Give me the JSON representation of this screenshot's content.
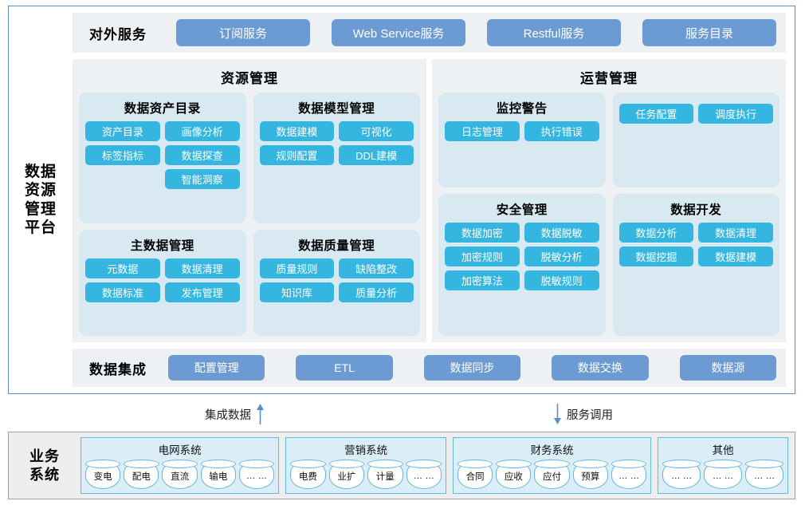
{
  "platform": {
    "label": "数据\n资源\n管理\n平台",
    "label_lines": [
      "数据",
      "资源",
      "管理",
      "平台"
    ],
    "external_services": {
      "title": "对外服务",
      "buttons": [
        "订阅服务",
        "Web Service服务",
        "Restful服务",
        "服务目录"
      ]
    },
    "panels": [
      {
        "title": "资源管理",
        "cards": [
          {
            "title": "数据资产目录",
            "chips": [
              "资产目录",
              "画像分析",
              "标签指标",
              "数据探查",
              "",
              "智能洞察"
            ]
          },
          {
            "title": "数据模型管理",
            "chips": [
              "数据建模",
              "可视化",
              "规则配置",
              "DDL建模"
            ]
          },
          {
            "title": "主数据管理",
            "chips": [
              "元数据",
              "数据清理",
              "数据标准",
              "发布管理"
            ]
          },
          {
            "title": "数据质量管理",
            "chips": [
              "质量规则",
              "缺陷整改",
              "知识库",
              "质量分析"
            ]
          }
        ]
      },
      {
        "title": "运营管理",
        "cards": [
          {
            "title": "监控警告",
            "chips": [
              "日志管理",
              "执行错误"
            ]
          },
          {
            "title": "",
            "chips": [
              "任务配置",
              "调度执行"
            ]
          },
          {
            "title": "安全管理",
            "chips": [
              "数据加密",
              "数据脱敏",
              "加密规则",
              "脱敏分析",
              "加密算法",
              "脱敏规则"
            ]
          },
          {
            "title": "数据开发",
            "chips": [
              "数据分析",
              "数据清理",
              "数据挖掘",
              "数据建模"
            ]
          }
        ]
      }
    ],
    "data_integration": {
      "title": "数据集成",
      "buttons": [
        "配置管理",
        "ETL",
        "数据同步",
        "数据交换",
        "数据源"
      ]
    }
  },
  "connectors": [
    {
      "label": "集成数据",
      "direction": "up",
      "icon": "arrow-up-icon"
    },
    {
      "label": "服务调用",
      "direction": "down",
      "icon": "arrow-down-icon"
    }
  ],
  "business_systems": {
    "label_lines": [
      "业务",
      "系统"
    ],
    "groups": [
      {
        "title": "电网系统",
        "nodes": [
          "变电",
          "配电",
          "直流",
          "输电",
          "… …"
        ]
      },
      {
        "title": "营销系统",
        "nodes": [
          "电费",
          "业扩",
          "计量",
          "… …"
        ]
      },
      {
        "title": "财务系统",
        "nodes": [
          "合同",
          "应收",
          "应付",
          "预算",
          "… …"
        ]
      },
      {
        "title": "其他",
        "nodes": [
          "… …",
          "… …",
          "… …"
        ]
      }
    ]
  },
  "colors": {
    "frame_border": "#5b8fc9",
    "band_bg": "#eef1f3",
    "card_bg": "#d8e9f2",
    "chip_blue": "#35b6e0",
    "service_blue": "#6b9bd2",
    "biz_bg": "#eceeef",
    "biz_group_border": "#66b8e0",
    "biz_group_bg": "#dbeef8",
    "arrow": "#5b8fc9"
  }
}
